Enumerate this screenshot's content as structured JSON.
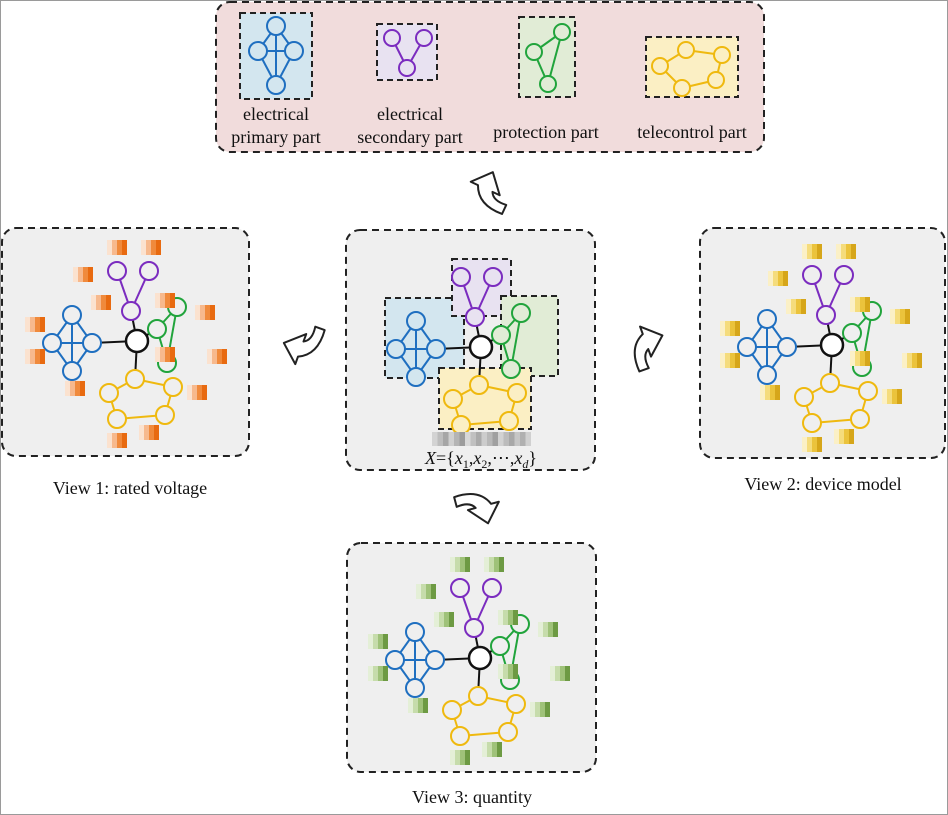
{
  "legend": {
    "items": [
      {
        "line1": "electrical",
        "line2": "primary part"
      },
      {
        "line1": "electrical",
        "line2": "secondary  part"
      },
      {
        "line1": "protection part",
        "line2": ""
      },
      {
        "line1": "telecontrol part",
        "line2": ""
      }
    ]
  },
  "formula": {
    "x": "X",
    "eq": "={",
    "x1": "x",
    "s1": "1",
    "x2": "x",
    "s2": "2",
    "dots": ",⋯,",
    "xd": "x",
    "sd": "d",
    "close": "}"
  },
  "views": {
    "view1": "View 1: rated voltage",
    "view2": "View 2: device model",
    "view3": "View 3: quantity"
  },
  "colors": {
    "primary": "#1f6fc0",
    "secondary": "#7b2cbf",
    "protection": "#21a43c",
    "telecontrol": "#efb90f",
    "hub": "#111111",
    "legend_bg": "#f1dcdc",
    "panel_bg": "#efefef",
    "primary_box": "#d3e6ef",
    "secondary_box": "#e8e2f1",
    "protection_box": "#e1ecd6",
    "telecontrol_box": "#fbefc4",
    "view1_feature": [
      "#fbe2cf",
      "#f7b98d",
      "#f08a3c",
      "#e86a10"
    ],
    "view2_feature": [
      "#fbf0c6",
      "#f5dc7c",
      "#ebc33c",
      "#d6a61a"
    ],
    "view3_feature": [
      "#e4efd7",
      "#c6dcab",
      "#9fc279",
      "#6d9a43"
    ],
    "center_feature": [
      "#d5d5d5",
      "#bdbdbd",
      "#a9a9a9",
      "#c8c8c8"
    ]
  }
}
